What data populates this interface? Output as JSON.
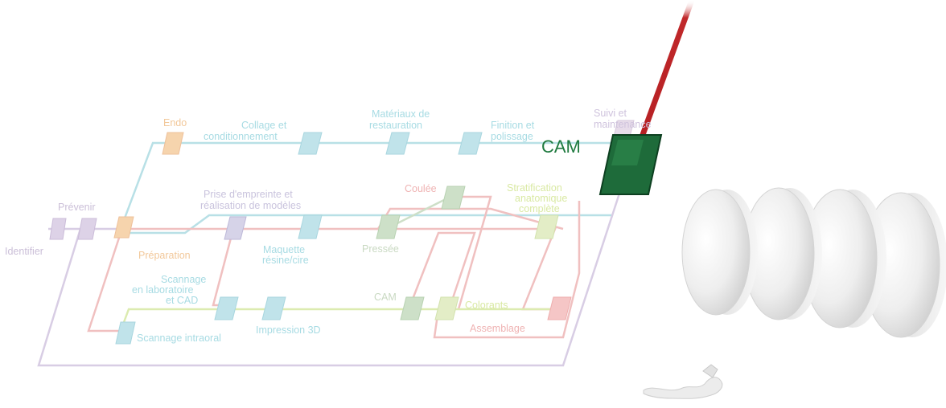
{
  "colors": {
    "purple": "#cfc3dd",
    "orange": "#f2c89a",
    "cyan": "#a7dbe3",
    "red": "#efb3b3",
    "green": "#c9d9c2",
    "lime": "#d9e9a3",
    "cam_green": "#1e6b3a",
    "axis_red": "#c0282a",
    "axis_green": "#7bb321"
  },
  "labels": {
    "identifier": "Identifier",
    "prevenir": "Prévenir",
    "endo": "Endo",
    "collage_l1": "Collage et",
    "collage_l2": "conditionnement",
    "materiaux_l1": "Matériaux de",
    "materiaux_l2": "restauration",
    "finition_l1": "Finition et",
    "finition_l2": "polissage",
    "suivi_l1": "Suivi et",
    "suivi_l2": "maintenance",
    "cam_main": "CAM",
    "empreinte_l1": "Prise d'empreinte et",
    "empreinte_l2": "réalisation de modèles",
    "coulee": "Coulée",
    "strat_l1": "Stratification",
    "strat_l2": "anatomique",
    "strat_l3": "complète",
    "preparation": "Préparation",
    "maquette_l1": "Maquette",
    "maquette_l2": "résine/cire",
    "pressee": "Pressée",
    "scannage_l1": "Scannage",
    "scannage_l2": "en laboratoire",
    "scannage_l3": "et CAD",
    "cam_small": "CAM",
    "colorants": "Colorants",
    "assemblage": "Assemblage",
    "scannage_intraoral": "Scannage intraoral",
    "impression_3d": "Impression 3D"
  }
}
